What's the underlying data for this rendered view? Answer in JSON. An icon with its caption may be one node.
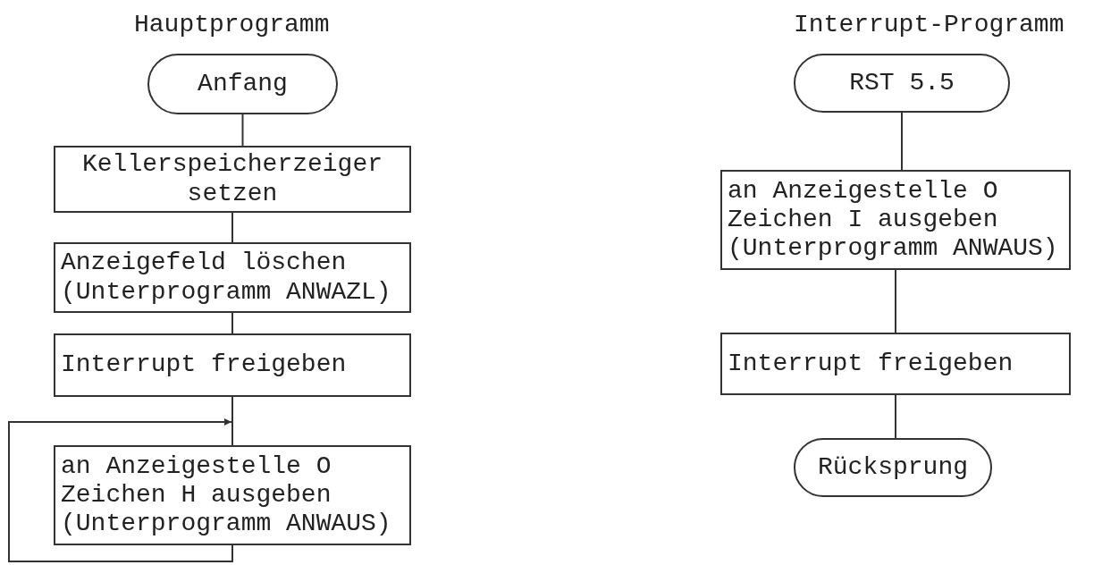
{
  "diagram": {
    "nodes": [
      {
        "text": [
          "Anfang"
        ]
      },
      {
        "text": [
          "Kellerspeicherzeiger setzen"
        ]
      },
      {
        "text": [
          "Anzeigefeld löschen (Unterprogramm ANWAZL)"
        ]
      },
      {
        "text": [
          "Interrupt freigeben"
        ]
      },
      {
        "text": [
          "an Anzeigestelle O Zeichen H ausgeben (Unterprogramm ANWAUS)"
        ]
      },
      {
        "text": [
          "RST 5.5"
        ]
      },
      {
        "text": [
          "an Anzeigestelle O Zeichen I ausgeben (Unterprogramm ANWAUS)"
        ]
      },
      {
        "text": [
          "Interrupt freigeben"
        ]
      },
      {
        "text": [
          "Rücksprung"
        ]
      }
    ],
    "edges": [
      {
        "from": 0,
        "to": 1,
        "arrow": "none"
      },
      {
        "from": 1,
        "to": 2,
        "arrow": "none"
      },
      {
        "from": 2,
        "to": 3,
        "arrow": "none"
      },
      {
        "from": 3,
        "to": 4,
        "arrow": "none"
      },
      {
        "from": 4,
        "to": 4,
        "arrow": "to"
      },
      {
        "from": 5,
        "to": 6,
        "arrow": "none"
      },
      {
        "from": 6,
        "to": 7,
        "arrow": "none"
      },
      {
        "from": 7,
        "to": 8,
        "arrow": "none"
      }
    ],
    "labels": [
      "Hauptprogramm",
      "Interrupt-Programm"
    ]
  }
}
